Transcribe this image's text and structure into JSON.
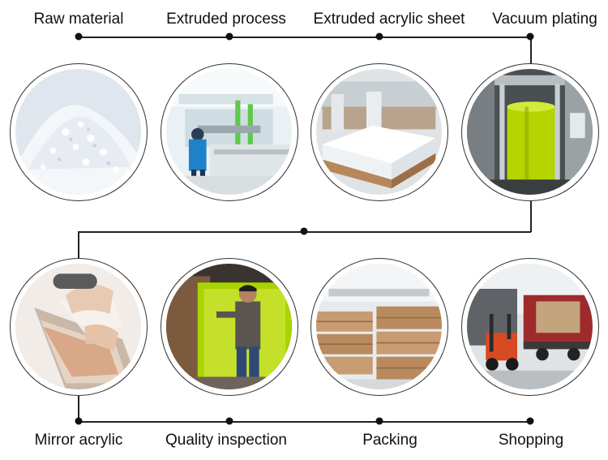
{
  "steps": [
    {
      "label": "Raw material",
      "icon": "raw-material-pellets-icon"
    },
    {
      "label": "Extruded process",
      "icon": "extrusion-line-icon"
    },
    {
      "label": "Extruded acrylic sheet",
      "icon": "acrylic-sheet-stack-icon"
    },
    {
      "label": "Vacuum plating",
      "icon": "vacuum-plating-chamber-icon"
    },
    {
      "label": "Mirror acrylic",
      "icon": "mirror-acrylic-peel-icon"
    },
    {
      "label": "Quality inspection",
      "icon": "inspection-worker-icon"
    },
    {
      "label": "Packing",
      "icon": "wooden-crates-icon"
    },
    {
      "label": "Shopping",
      "icon": "forklift-truck-icon"
    }
  ],
  "colors": {
    "line": "#222222",
    "accent_green": "#b6d400",
    "wood": "#b98a5e"
  }
}
